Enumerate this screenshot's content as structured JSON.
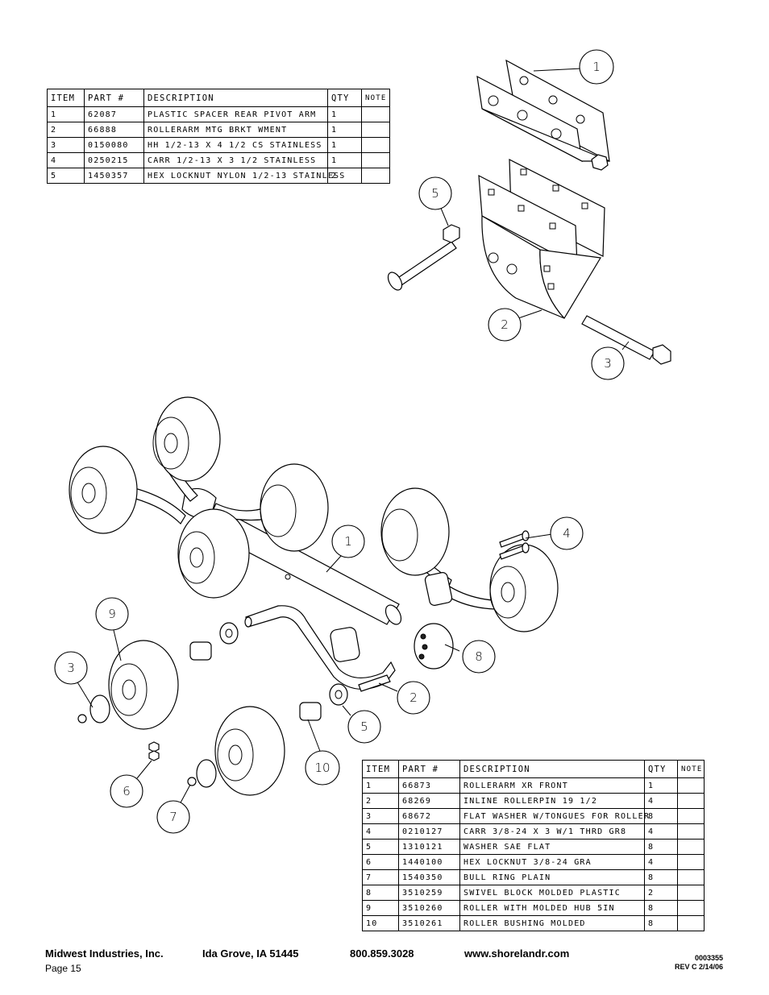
{
  "top_table": {
    "headers": {
      "item": "ITEM",
      "part": "PART #",
      "description": "DESCRIPTION",
      "qty": "QTY",
      "note": "NOTE"
    },
    "rows": [
      {
        "item": "1",
        "part": "62087",
        "description": "PLASTIC SPACER REAR PIVOT ARM",
        "qty": "1",
        "note": ""
      },
      {
        "item": "2",
        "part": "66888",
        "description": "ROLLERARM MTG BRKT WMENT",
        "qty": "1",
        "note": ""
      },
      {
        "item": "3",
        "part": "0150080",
        "description": "HH 1/2-13 X 4 1/2 CS STAINLESS",
        "qty": "1",
        "note": ""
      },
      {
        "item": "4",
        "part": "0250215",
        "description": "CARR 1/2-13 X 3 1/2 STAINLESS",
        "qty": "1",
        "note": ""
      },
      {
        "item": "5",
        "part": "1450357",
        "description": "HEX LOCKNUT NYLON 1/2-13 STAINLESS",
        "qty": "2",
        "note": ""
      }
    ]
  },
  "bottom_table": {
    "headers": {
      "item": "ITEM",
      "part": "PART #",
      "description": "DESCRIPTION",
      "qty": "QTY",
      "note": "NOTE"
    },
    "rows": [
      {
        "item": "1",
        "part": "66873",
        "description": "ROLLERARM XR FRONT",
        "qty": "1",
        "note": ""
      },
      {
        "item": "2",
        "part": "68269",
        "description": "INLINE ROLLERPIN 19 1/2",
        "qty": "4",
        "note": ""
      },
      {
        "item": "3",
        "part": "68672",
        "description": "FLAT WASHER W/TONGUES FOR ROLLER",
        "qty": "8",
        "note": ""
      },
      {
        "item": "4",
        "part": "0210127",
        "description": "CARR 3/8-24 X 3 W/1 THRD GR8",
        "qty": "4",
        "note": ""
      },
      {
        "item": "5",
        "part": "1310121",
        "description": "WASHER SAE FLAT",
        "qty": "8",
        "note": ""
      },
      {
        "item": "6",
        "part": "1440100",
        "description": "HEX LOCKNUT 3/8-24 GRA",
        "qty": "4",
        "note": ""
      },
      {
        "item": "7",
        "part": "1540350",
        "description": "BULL RING PLAIN",
        "qty": "8",
        "note": ""
      },
      {
        "item": "8",
        "part": "3510259",
        "description": "SWIVEL BLOCK MOLDED PLASTIC",
        "qty": "2",
        "note": ""
      },
      {
        "item": "9",
        "part": "3510260",
        "description": "ROLLER WITH MOLDED HUB  5IN",
        "qty": "8",
        "note": ""
      },
      {
        "item": "10",
        "part": "3510261",
        "description": "ROLLER BUSHING MOLDED",
        "qty": "8",
        "note": ""
      }
    ]
  },
  "callouts_top": {
    "c1": "1",
    "c2": "2",
    "c3": "3",
    "c5": "5"
  },
  "callouts_bottom": {
    "c1": "1",
    "c2": "2",
    "c3": "3",
    "c4": "4",
    "c5": "5",
    "c6": "6",
    "c7": "7",
    "c8": "8",
    "c9": "9",
    "c10": "10"
  },
  "footer": {
    "company": "Midwest Industries, Inc.",
    "location": "Ida Grove, IA  51445",
    "phone": "800.859.3028",
    "website": "www.shorelandr.com",
    "page": "Page 15",
    "doc_number": "0003355",
    "revision": "REV C  2/14/06"
  }
}
